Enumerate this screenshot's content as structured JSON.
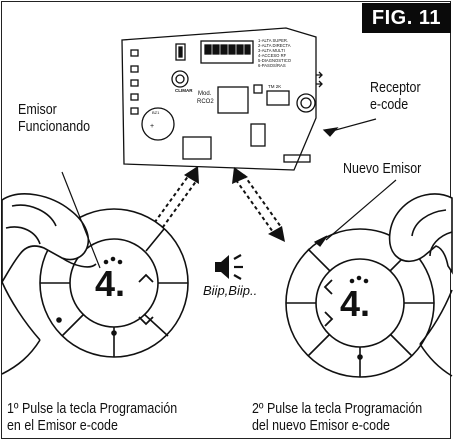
{
  "figure": {
    "tag": "FIG. 11"
  },
  "receiver": {
    "label_line1": "Receptor",
    "label_line2": "e-code",
    "board": {
      "model_line1": "Mod.",
      "model_line2": "RCO2",
      "brand": "CLIMAR",
      "tm_label": "TM 2K",
      "bz_label": "BZ1",
      "dip_labels": [
        "1-ALTA SUPER.",
        "2-ALTA DIRECTA",
        "3-ALTA MULTI",
        "4-ACCESO RF",
        "5-DIAGNOSTICO",
        "6-PASOS/RAS"
      ]
    }
  },
  "left_remote": {
    "label_line1": "Emisor",
    "label_line2": "Funcionando",
    "display": "4.",
    "caption_line1_num": "1º",
    "caption_line1_text": "Pulse la tecla Programación",
    "caption_line2": "en el Emisor e-code"
  },
  "right_remote": {
    "label": "Nuevo Emisor",
    "display": "4.",
    "caption_line1_num": "2º",
    "caption_line1_text": "Pulse la tecla Programación",
    "caption_line2": "del nuevo Emisor e-code"
  },
  "sound": {
    "text": "Biip,Biip..",
    "icon": "speaker-icon"
  },
  "colors": {
    "ink": "#111111",
    "badge_bg": "#0a0a0a",
    "badge_fg": "#ffffff"
  }
}
